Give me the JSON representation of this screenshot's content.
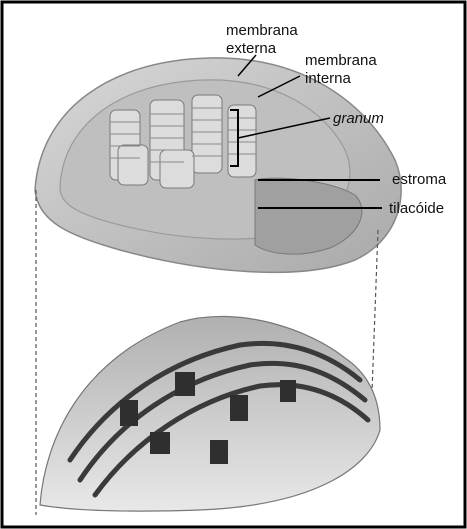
{
  "labels": {
    "outer_membrane": [
      "membrana",
      "externa"
    ],
    "inner_membrane": [
      "membrana",
      "interna"
    ],
    "granum": "granum",
    "stroma": "estroma",
    "thylakoid": "tilacóide"
  },
  "colors": {
    "frame": "#000000",
    "outer_shell": "#c9c9c9",
    "inner_shell": "#b3b3b3",
    "stack": "#d6d6d6",
    "dark_tissue": "#3a3a3a"
  }
}
